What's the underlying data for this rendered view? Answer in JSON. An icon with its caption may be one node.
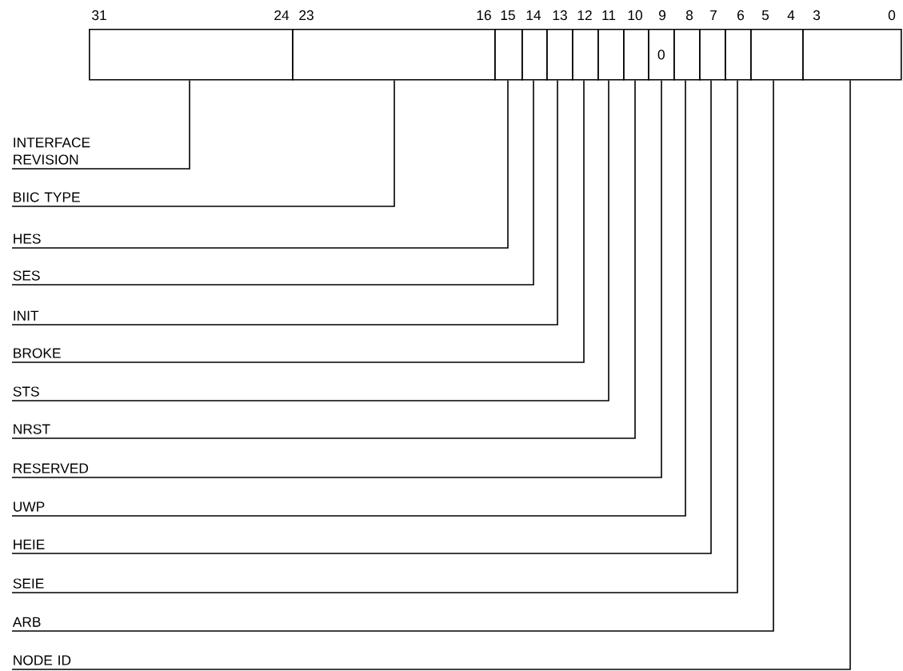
{
  "diagram": {
    "nodes": [
      {
        "text": [],
        "shape": "box"
      },
      {
        "text": [],
        "shape": "box"
      },
      {
        "text": [],
        "shape": "box"
      },
      {
        "text": [],
        "shape": "box"
      },
      {
        "text": [],
        "shape": "box"
      },
      {
        "text": [],
        "shape": "box"
      },
      {
        "text": [],
        "shape": "box"
      },
      {
        "text": [],
        "shape": "box"
      },
      {
        "text": [
          "0"
        ]
      },
      {
        "text": [],
        "shape": "box"
      },
      {
        "text": [],
        "shape": "box"
      },
      {
        "text": [],
        "shape": "box"
      },
      {
        "text": [],
        "shape": "box"
      },
      {
        "text": [],
        "shape": "box"
      },
      {
        "text": [
          "INTERFACE REVISION"
        ]
      },
      {
        "text": [
          "BIIC TYPE"
        ]
      },
      {
        "text": [
          "HES"
        ]
      },
      {
        "text": [
          "SES"
        ]
      },
      {
        "text": [
          "INIT"
        ]
      },
      {
        "text": [
          "BROKE"
        ]
      },
      {
        "text": [
          "STS"
        ]
      },
      {
        "text": [
          "NRST"
        ]
      },
      {
        "text": [
          "RESERVED"
        ]
      },
      {
        "text": [
          "UWP"
        ]
      },
      {
        "text": [
          "HEIE"
        ]
      },
      {
        "text": [
          "SEIE"
        ]
      },
      {
        "text": [
          "ARB"
        ]
      },
      {
        "text": [
          "NODE ID"
        ]
      }
    ],
    "edges": [
      {
        "from": 14,
        "to": 0,
        "arrow": "none"
      },
      {
        "from": 15,
        "to": 1,
        "arrow": "none"
      },
      {
        "from": 16,
        "to": 2,
        "arrow": "none"
      },
      {
        "from": 17,
        "to": 3,
        "arrow": "none"
      },
      {
        "from": 18,
        "to": 4,
        "arrow": "none"
      },
      {
        "from": 19,
        "to": 5,
        "arrow": "none"
      },
      {
        "from": 20,
        "to": 6,
        "arrow": "none"
      },
      {
        "from": 21,
        "to": 7,
        "arrow": "none"
      },
      {
        "from": 22,
        "to": 8,
        "arrow": "none"
      },
      {
        "from": 23,
        "to": 9,
        "arrow": "none"
      },
      {
        "from": 24,
        "to": 10,
        "arrow": "none"
      },
      {
        "from": 25,
        "to": 11,
        "arrow": "none"
      },
      {
        "from": 26,
        "to": 12,
        "arrow": "none"
      },
      {
        "from": 27,
        "to": 13,
        "arrow": "none"
      }
    ],
    "labels": [
      "31",
      "24",
      "23",
      "16",
      "15",
      "14",
      "13",
      "12",
      "11",
      "10",
      "9",
      "8",
      "7",
      "6",
      "5",
      "4",
      "3",
      "0"
    ]
  }
}
